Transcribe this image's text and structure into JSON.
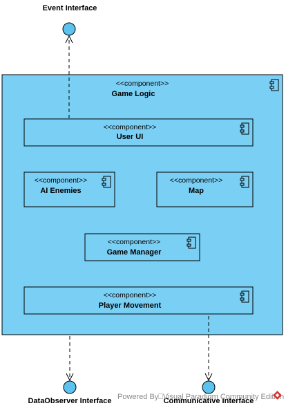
{
  "interfaces": {
    "top": "Event Interface",
    "bottom_left": "DataObserver Interface",
    "bottom_right": "Communicative Interface"
  },
  "container": {
    "stereotype": "<<component>>",
    "name": "Game Logic"
  },
  "components": {
    "user_ui": {
      "stereotype": "<<component>>",
      "name": "User UI"
    },
    "ai_enemies": {
      "stereotype": "<<component>>",
      "name": "AI Enemies"
    },
    "map": {
      "stereotype": "<<component>>",
      "name": "Map"
    },
    "game_manager": {
      "stereotype": "<<component>>",
      "name": "Game Manager"
    },
    "player_movement": {
      "stereotype": "<<component>>",
      "name": "Player Movement"
    }
  },
  "watermark": "Powered By⎕Visual Paradigm Community Edition",
  "colors": {
    "component_fill": "#7ACFF5",
    "interface_fill": "#5CC2EE",
    "stroke": "#000000"
  },
  "icons": {
    "component_icon": "uml-component-icon",
    "watermark_logo": "visual-paradigm-logo-icon"
  }
}
